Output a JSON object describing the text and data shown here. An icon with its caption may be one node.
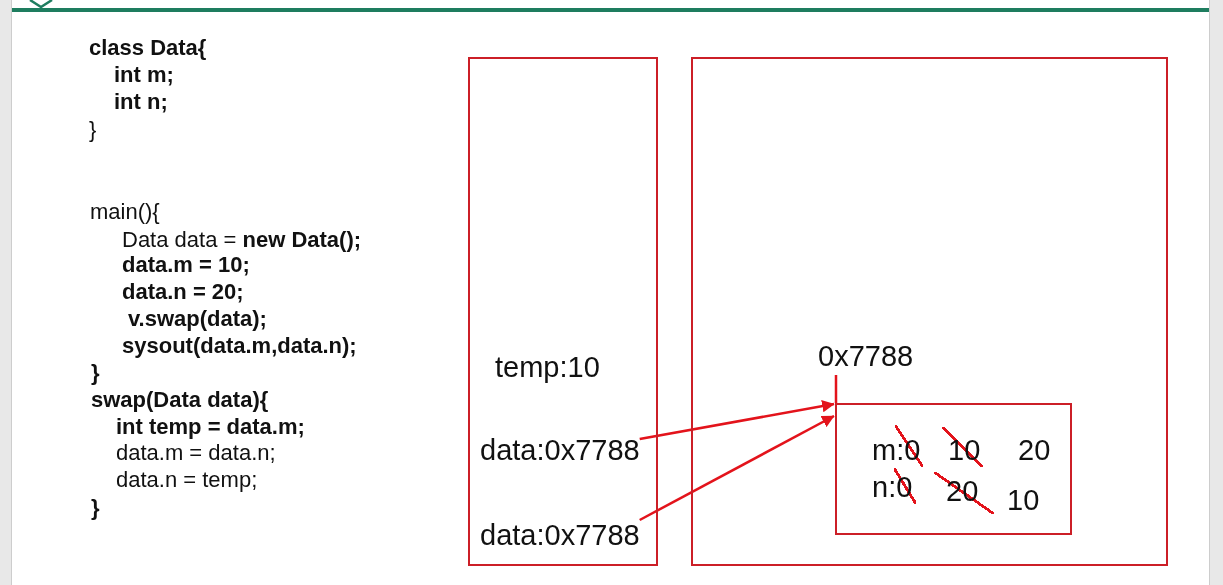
{
  "diagram": {
    "nodes": [
      {
        "text": [],
        "shape": "box"
      },
      {
        "text": [
          "temp:10"
        ],
        "in": 0
      },
      {
        "text": [
          "data:0x7788"
        ],
        "in": 0
      },
      {
        "text": [
          "data:0x7788"
        ],
        "in": 0
      },
      {
        "text": [],
        "shape": "box"
      },
      {
        "text": [
          "0x7788"
        ],
        "in": 4
      },
      {
        "text": [
          "m:0",
          "10",
          "20",
          "n:0",
          "20",
          "10"
        ],
        "in": 4
      }
    ],
    "edges": [
      {
        "from": 2,
        "to": 6,
        "arrow": "to"
      },
      {
        "from": 3,
        "to": 6,
        "arrow": "to"
      },
      {
        "from": 5,
        "to": 6,
        "arrow": "none"
      }
    ],
    "labels": [
      "class Data{",
      "int m;",
      "int n;",
      "}",
      "main(){",
      "Data data = **new Data();**",
      "data.m = 10;",
      "data.n = 20;",
      "v.swap(data);",
      "sysout(data.m,data.n);",
      "}",
      "swap(Data data){",
      "int temp = data.m;",
      "data.m = data.n;",
      "data.n = temp;",
      "}"
    ]
  }
}
